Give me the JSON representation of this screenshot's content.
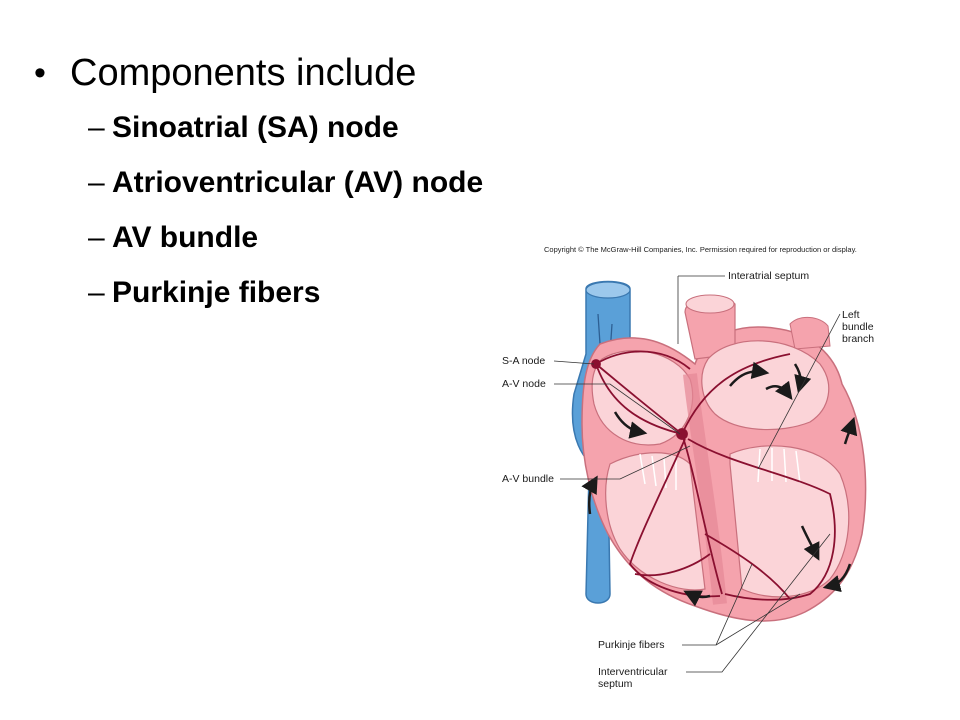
{
  "slide": {
    "heading": "Components include",
    "items": [
      "Sinoatrial (SA) node",
      "Atrioventricular (AV) node",
      "AV bundle",
      "Purkinje fibers"
    ]
  },
  "figure": {
    "copyright": "Copyright © The McGraw-Hill Companies, Inc. Permission required for reproduction or display.",
    "labels": {
      "interatrial_septum": "Interatrial septum",
      "left_bundle_1": "Left",
      "left_bundle_2": "bundle",
      "left_bundle_3": "branch",
      "sa_node": "S-A node",
      "av_node": "A-V node",
      "av_bundle": "A-V bundle",
      "purkinje_fibers": "Purkinje fibers",
      "interventricular_1": "Interventricular",
      "interventricular_2": "septum"
    }
  },
  "colors": {
    "heart_pink": "#f5a3ad",
    "heart_light": "#fbd4d8",
    "vessel_blue": "#5aa0d8",
    "conduction": "#8a1030"
  }
}
